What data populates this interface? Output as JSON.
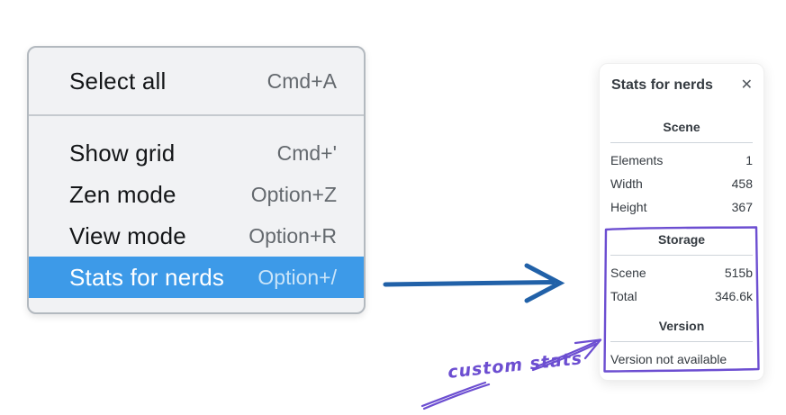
{
  "menu": {
    "items": [
      {
        "label": "Select all",
        "shortcut": "Cmd+A"
      },
      {
        "label": "Show grid",
        "shortcut": "Cmd+'"
      },
      {
        "label": "Zen mode",
        "shortcut": "Option+Z"
      },
      {
        "label": "View mode",
        "shortcut": "Option+R"
      },
      {
        "label": "Stats for nerds",
        "shortcut": "Option+/",
        "active": true
      }
    ]
  },
  "panel": {
    "title": "Stats for nerds",
    "close_icon": "✕",
    "sections": [
      {
        "heading": "Scene",
        "rows": [
          {
            "label": "Elements",
            "value": "1"
          },
          {
            "label": "Width",
            "value": "458"
          },
          {
            "label": "Height",
            "value": "367"
          }
        ]
      },
      {
        "heading": "Storage",
        "rows": [
          {
            "label": "Scene",
            "value": "515b"
          },
          {
            "label": "Total",
            "value": "346.6k"
          }
        ]
      },
      {
        "heading": "Version",
        "note": "Version not available"
      }
    ]
  },
  "annotation": {
    "label": "custom stats"
  },
  "colors": {
    "menu_highlight": "#3d9ae8",
    "flow_arrow_blue": "#2161a8",
    "annotation_purple": "#6c4ed1",
    "menu_background": "#f1f2f4"
  }
}
